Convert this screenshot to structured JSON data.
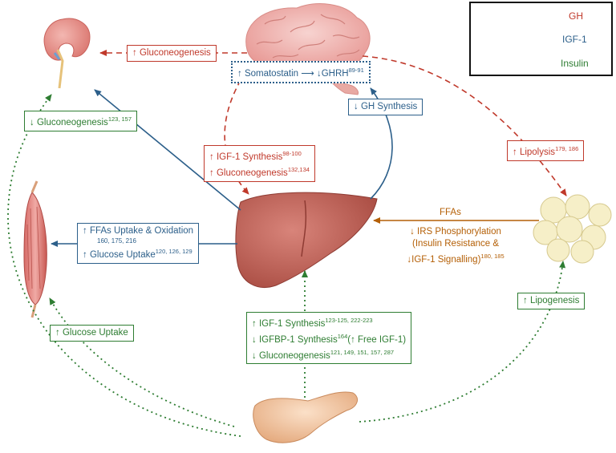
{
  "legend": {
    "gh": "GH",
    "igf1": "IGF-1",
    "insulin": "Insulin"
  },
  "boxes": {
    "somatostatin": {
      "text": "↑ Somatostatin ⟶ ↓GHRH",
      "sup": "89-91"
    },
    "gluconeogenesis_top": {
      "text": "↑ Gluconeogenesis"
    },
    "gluconeogenesis_kidney": {
      "text": "↓ Gluconeogenesis",
      "sup": "123, 157"
    },
    "gh_synthesis": {
      "text": "↓ GH Synthesis"
    },
    "igf1_synth_red_1": {
      "text": "↑ IGF-1 Synthesis",
      "sup": "98-100"
    },
    "igf1_synth_red_2": {
      "text": "↑ Gluconeogenesis",
      "sup": "132,134"
    },
    "lipolysis": {
      "text": "↑ Lipolysis",
      "sup": "179, 186"
    },
    "ffas_uptake_1": {
      "text": "↑ FFAs Uptake & Oxidation"
    },
    "ffas_uptake_refs": {
      "text": "160, 175, 216"
    },
    "glucose_uptake_blue": {
      "text": "↑ Glucose Uptake",
      "sup": "120, 126, 129"
    },
    "glucose_uptake_green": {
      "text": "↑ Glucose Uptake"
    },
    "lipogenesis": {
      "text": "↑ Lipogenesis"
    },
    "pancreas_1": {
      "text": "↑ IGF-1 Synthesis",
      "sup": "123-125, 222-223"
    },
    "pancreas_2": {
      "text": "↓ IGFBP-1 Synthesis",
      "sup": "164",
      "tail": "(↑ Free IGF-1)"
    },
    "pancreas_3": {
      "text": "↓ Gluconeogenesis",
      "sup": "121, 149, 151, 157, 287"
    }
  },
  "labels": {
    "ffas": "FFAs",
    "irs_1": "↓ IRS Phosphorylation",
    "irs_2": "(Insulin Resistance &",
    "irs_3": "↓IGF-1 Signalling)",
    "irs_sup": "180, 185"
  },
  "colors": {
    "gh": "#c0392b",
    "igf1": "#2c5f8a",
    "insulin": "#2e7d32",
    "ffa": "#b45f06"
  }
}
